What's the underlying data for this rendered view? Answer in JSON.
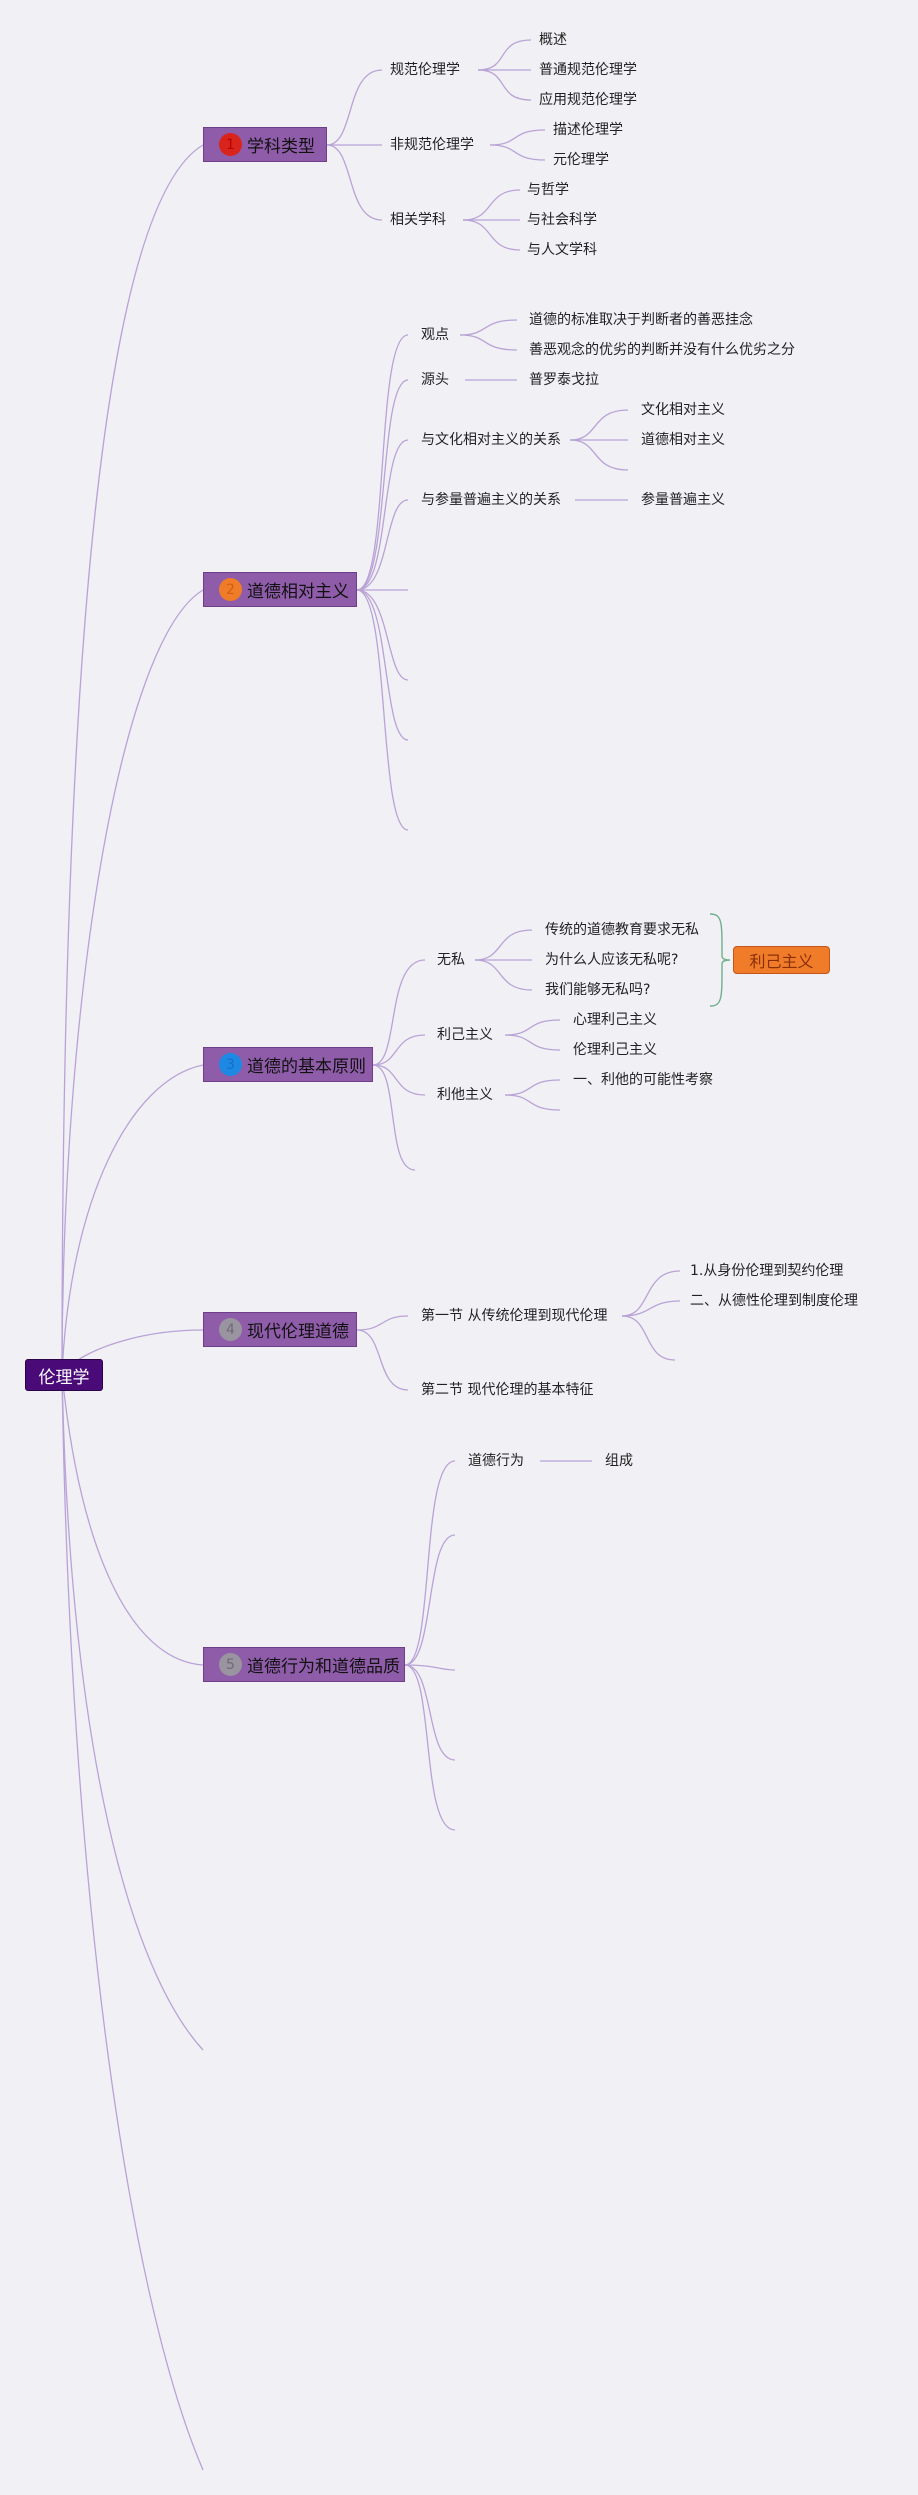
{
  "root": {
    "label": "伦理学"
  },
  "branches": [
    {
      "number": "1",
      "badge_color": "#d9241c",
      "label": "学科类型",
      "children": [
        {
          "label": "规范伦理学",
          "children": [
            "概述",
            "普通规范伦理学",
            "应用规范伦理学"
          ]
        },
        {
          "label": "非规范伦理学",
          "children": [
            "描述伦理学",
            "元伦理学"
          ]
        },
        {
          "label": "相关学科",
          "children": [
            "与哲学",
            "与社会科学",
            "与人文学科"
          ]
        }
      ]
    },
    {
      "number": "2",
      "badge_color": "#f07c2a",
      "label": "道德相对主义",
      "children": [
        {
          "label": "观点",
          "children": [
            "道德的标准取决于判断者的善恶挂念",
            "善恶观念的优劣的判断并没有什么优劣之分"
          ]
        },
        {
          "label": "源头",
          "children": [
            "普罗泰戈拉"
          ]
        },
        {
          "label": "与文化相对主义的关系",
          "children": [
            "文化相对主义",
            "道德相对主义"
          ]
        },
        {
          "label": "与参量普遍主义的关系",
          "children": [
            "参量普遍主义"
          ]
        }
      ]
    },
    {
      "number": "3",
      "badge_color": "#1e88e5",
      "label": "道德的基本原则",
      "children": [
        {
          "label": "无私",
          "children": [
            "传统的道德教育要求无私",
            "为什么人应该无私呢?",
            "我们能够无私吗?"
          ]
        },
        {
          "label": "利己主义",
          "children": [
            "心理利己主义",
            "伦理利己主义"
          ]
        },
        {
          "label": "利他主义",
          "children": [
            "一、利他的可能性考察"
          ]
        }
      ],
      "summary": {
        "label": "利己主义",
        "color": "#f07c2a"
      }
    },
    {
      "number": "4",
      "badge_color": "#9a93a0",
      "label": "现代伦理道德",
      "children": [
        {
          "label": "第一节 从传统伦理到现代伦理",
          "children": [
            "1.从身份伦理到契约伦理",
            "二、从德性伦理到制度伦理"
          ]
        },
        {
          "label": "第二节 现代伦理的基本特征",
          "children": []
        }
      ]
    },
    {
      "number": "5",
      "badge_color": "#9a93a0",
      "label": "道德行为和道德品质",
      "children": [
        {
          "label": "道德行为",
          "children": [
            "组成"
          ]
        }
      ]
    }
  ]
}
